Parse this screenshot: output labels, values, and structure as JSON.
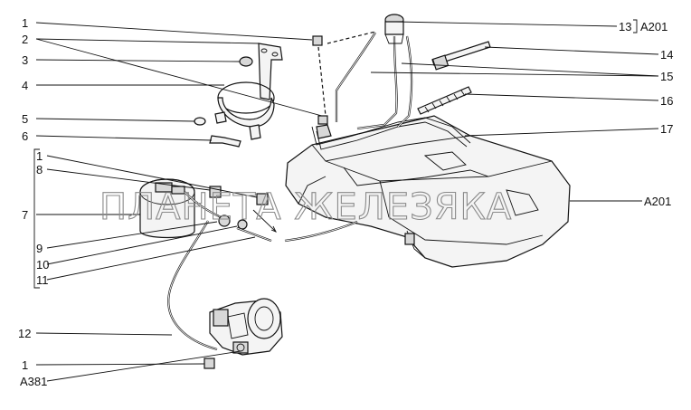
{
  "labels": {
    "l1_top": "1",
    "l2": "2",
    "l3": "3",
    "l4": "4",
    "l5": "5",
    "l6": "6",
    "l1_mid": "1",
    "l8": "8",
    "l7": "7",
    "l9": "9",
    "l10": "10",
    "l11": "11",
    "l12": "12",
    "l1_bot": "1",
    "a381": "A381",
    "l13": "13",
    "a201_top": "A201",
    "l14": "14",
    "l15": "15",
    "l16": "16",
    "l17": "17",
    "a201_right": "A201"
  },
  "watermark": "ПЛАНЕТА ЖЕЛЕЗЯКА"
}
